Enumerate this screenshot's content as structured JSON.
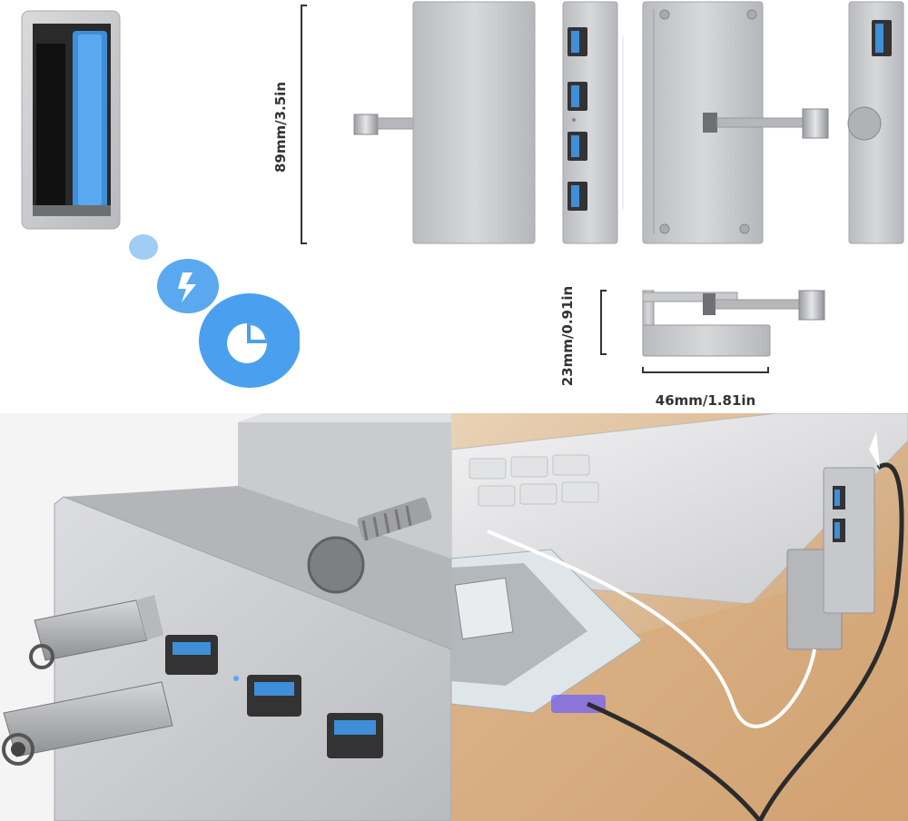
{
  "dimensions": {
    "height_label": "89mm/3.5in",
    "depth_label": "23mm/0.91in",
    "width_label": "46mm/1.81in"
  },
  "colors": {
    "usb3_blue": "#3e8fd8",
    "aluminum": "#c9cbce",
    "aluminum_dark": "#9a9da2",
    "icon_blue": "#5aa9f0"
  },
  "icons": {
    "charge": "lightning-icon",
    "data": "pie-chart-icon"
  }
}
